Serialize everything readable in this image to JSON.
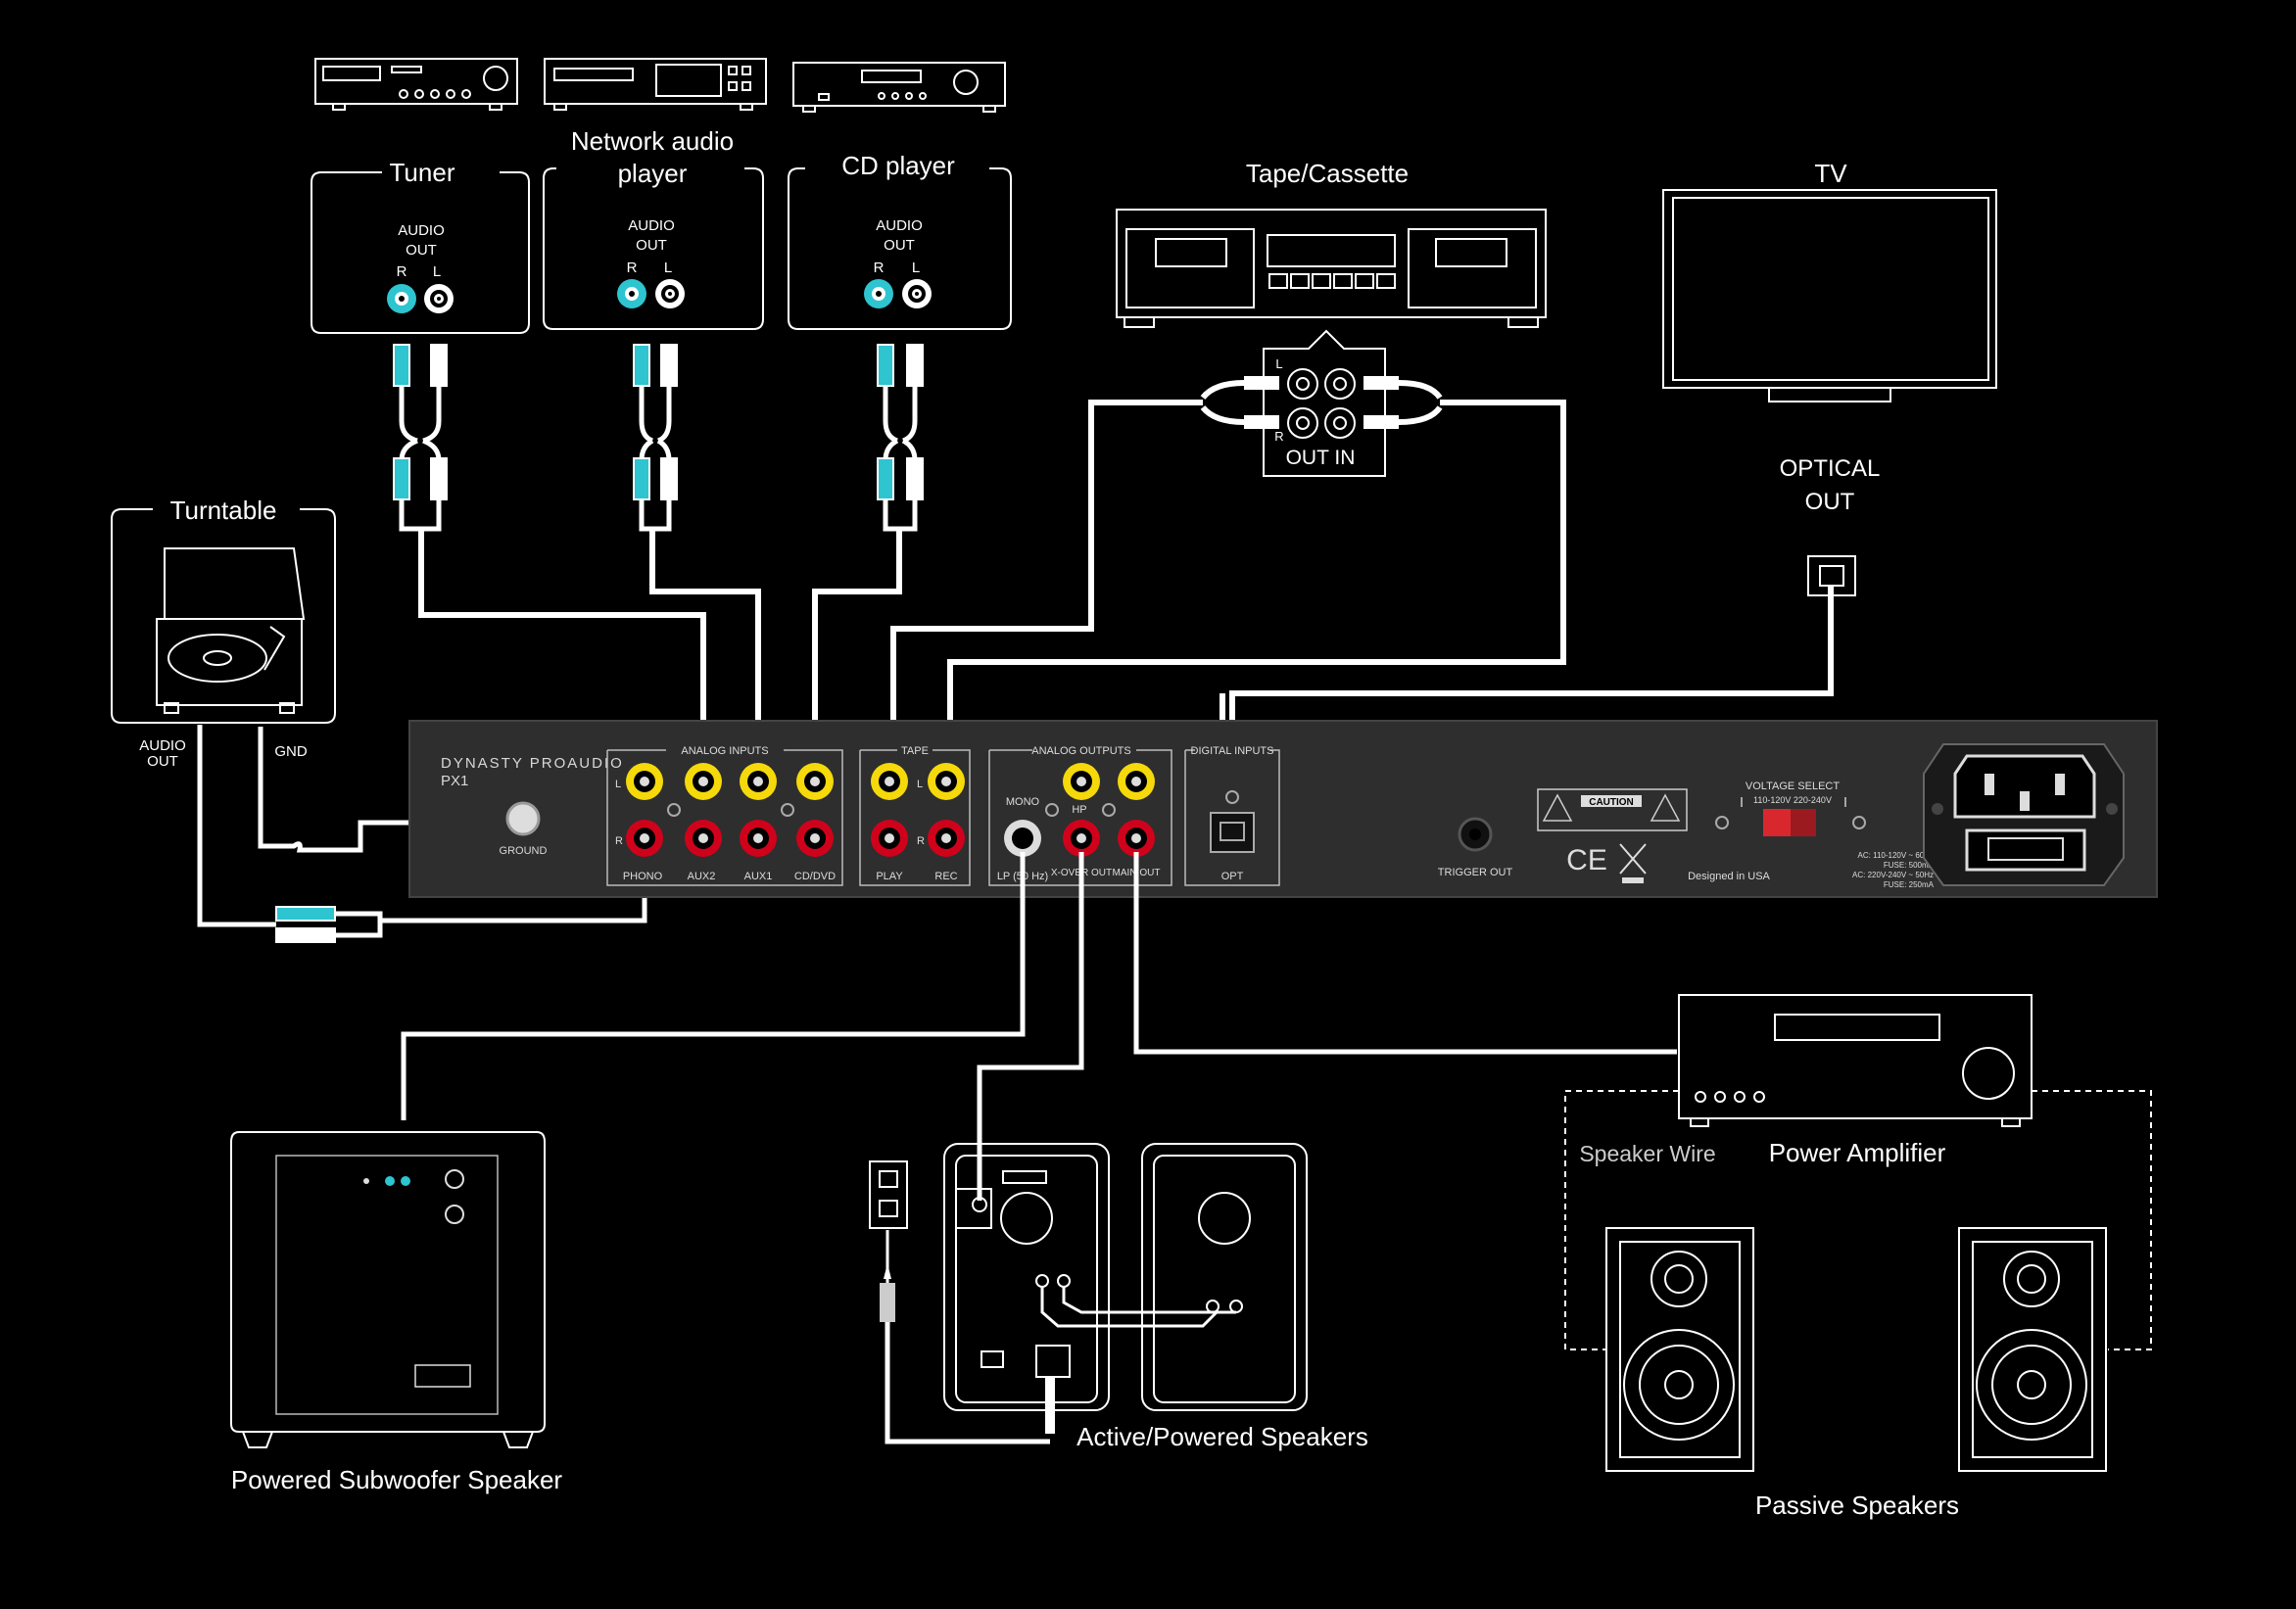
{
  "sources": {
    "tuner": {
      "title": "Tuner",
      "audio": "AUDIO",
      "out": "OUT",
      "r": "R",
      "l": "L"
    },
    "network": {
      "title_line1": "Network audio",
      "title_line2": "player",
      "audio": "AUDIO",
      "out": "OUT",
      "r": "R",
      "l": "L"
    },
    "cd": {
      "title": "CD player",
      "audio": "AUDIO",
      "out": "OUT",
      "r": "R",
      "l": "L"
    }
  },
  "tape": {
    "title": "Tape/Cassette",
    "jack_label": "OUT IN",
    "l": "L",
    "r": "R"
  },
  "tv": {
    "title": "TV",
    "optical_line1": "OPTICAL",
    "optical_line2": "OUT"
  },
  "turntable": {
    "title": "Turntable",
    "audio": "AUDIO",
    "out": "OUT",
    "gnd": "GND"
  },
  "amp_panel": {
    "brand": "DYNASTY PROAUDIO",
    "model": "PX1",
    "ground": "GROUND",
    "analog_inputs": "ANALOG INPUTS",
    "tape_group": "TAPE",
    "analog_outputs": "ANALOG OUTPUTS",
    "digital_inputs": "DIGITAL INPUTS",
    "input_labels": [
      "PHONO",
      "AUX2",
      "AUX1",
      "CD/DVD"
    ],
    "tape_labels": [
      "PLAY",
      "REC"
    ],
    "output_labels": [
      "LP (50 Hz)",
      "X-OVER OUT",
      "MAIN OUT"
    ],
    "mono": "MONO",
    "hp": "HP",
    "opt": "OPT",
    "trigger_out": "TRIGGER OUT",
    "caution": "CAUTION",
    "voltage_select": "VOLTAGE SELECT",
    "voltage_options": "110-120V   220-240V",
    "ce": "CE",
    "designed": "Designed in USA",
    "power_spec_1": "AC: 110-120V ~ 60Hz",
    "power_spec_2": "FUSE: 500mA",
    "power_spec_3": "AC: 220V-240V ~ 50Hz",
    "power_spec_4": "FUSE: 250mA",
    "side_l": "L",
    "side_r": "R"
  },
  "outputs": {
    "subwoofer": "Powered Subwoofer Speaker",
    "active": "Active/Powered Speakers",
    "power_amp": "Power Amplifier",
    "speaker_wire": "Speaker Wire",
    "passive": "Passive Speakers"
  },
  "colors": {
    "background": "#000000",
    "line": "#ffffff",
    "rca_red": "#d0021b",
    "rca_yellow": "#f5d90a",
    "rca_cyan": "#2ec4d0",
    "panel": "#2e2e2e",
    "voltage_switch": "#d9272e"
  }
}
